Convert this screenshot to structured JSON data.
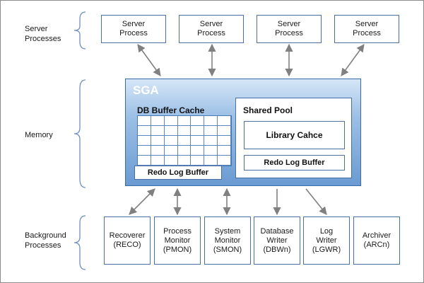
{
  "labels": {
    "server_processes": "Server\nProcesses",
    "memory": "Memory",
    "background_processes": "Background\nProcesses"
  },
  "server_processes": [
    "Server\nProcess",
    "Server\nProcess",
    "Server\nProcess",
    "Server\nProcess"
  ],
  "sga": {
    "title": "SGA",
    "db_buffer_cache": "DB Buffer Cache",
    "redo_log_buffer_left": "Redo Log Buffer",
    "shared_pool": "Shared Pool",
    "library_cache": "Library Cahce",
    "redo_log_buffer_right": "Redo Log Buffer"
  },
  "background_processes": [
    "Recoverer\n(RECO)",
    "Process\nMonitor\n(PMON)",
    "System\nMonitor\n(SMON)",
    "Database\nWriter\n(DBWn)",
    "Log\nWriter\n(LGWR)",
    "Archiver\n(ARCn)"
  ],
  "colors": {
    "box_border": "#4a6fa5",
    "sga_gradient_top": "#d6e6f7",
    "sga_gradient_bottom": "#6a9bd2",
    "brace": "#6f90bf",
    "arrow": "#808080"
  }
}
